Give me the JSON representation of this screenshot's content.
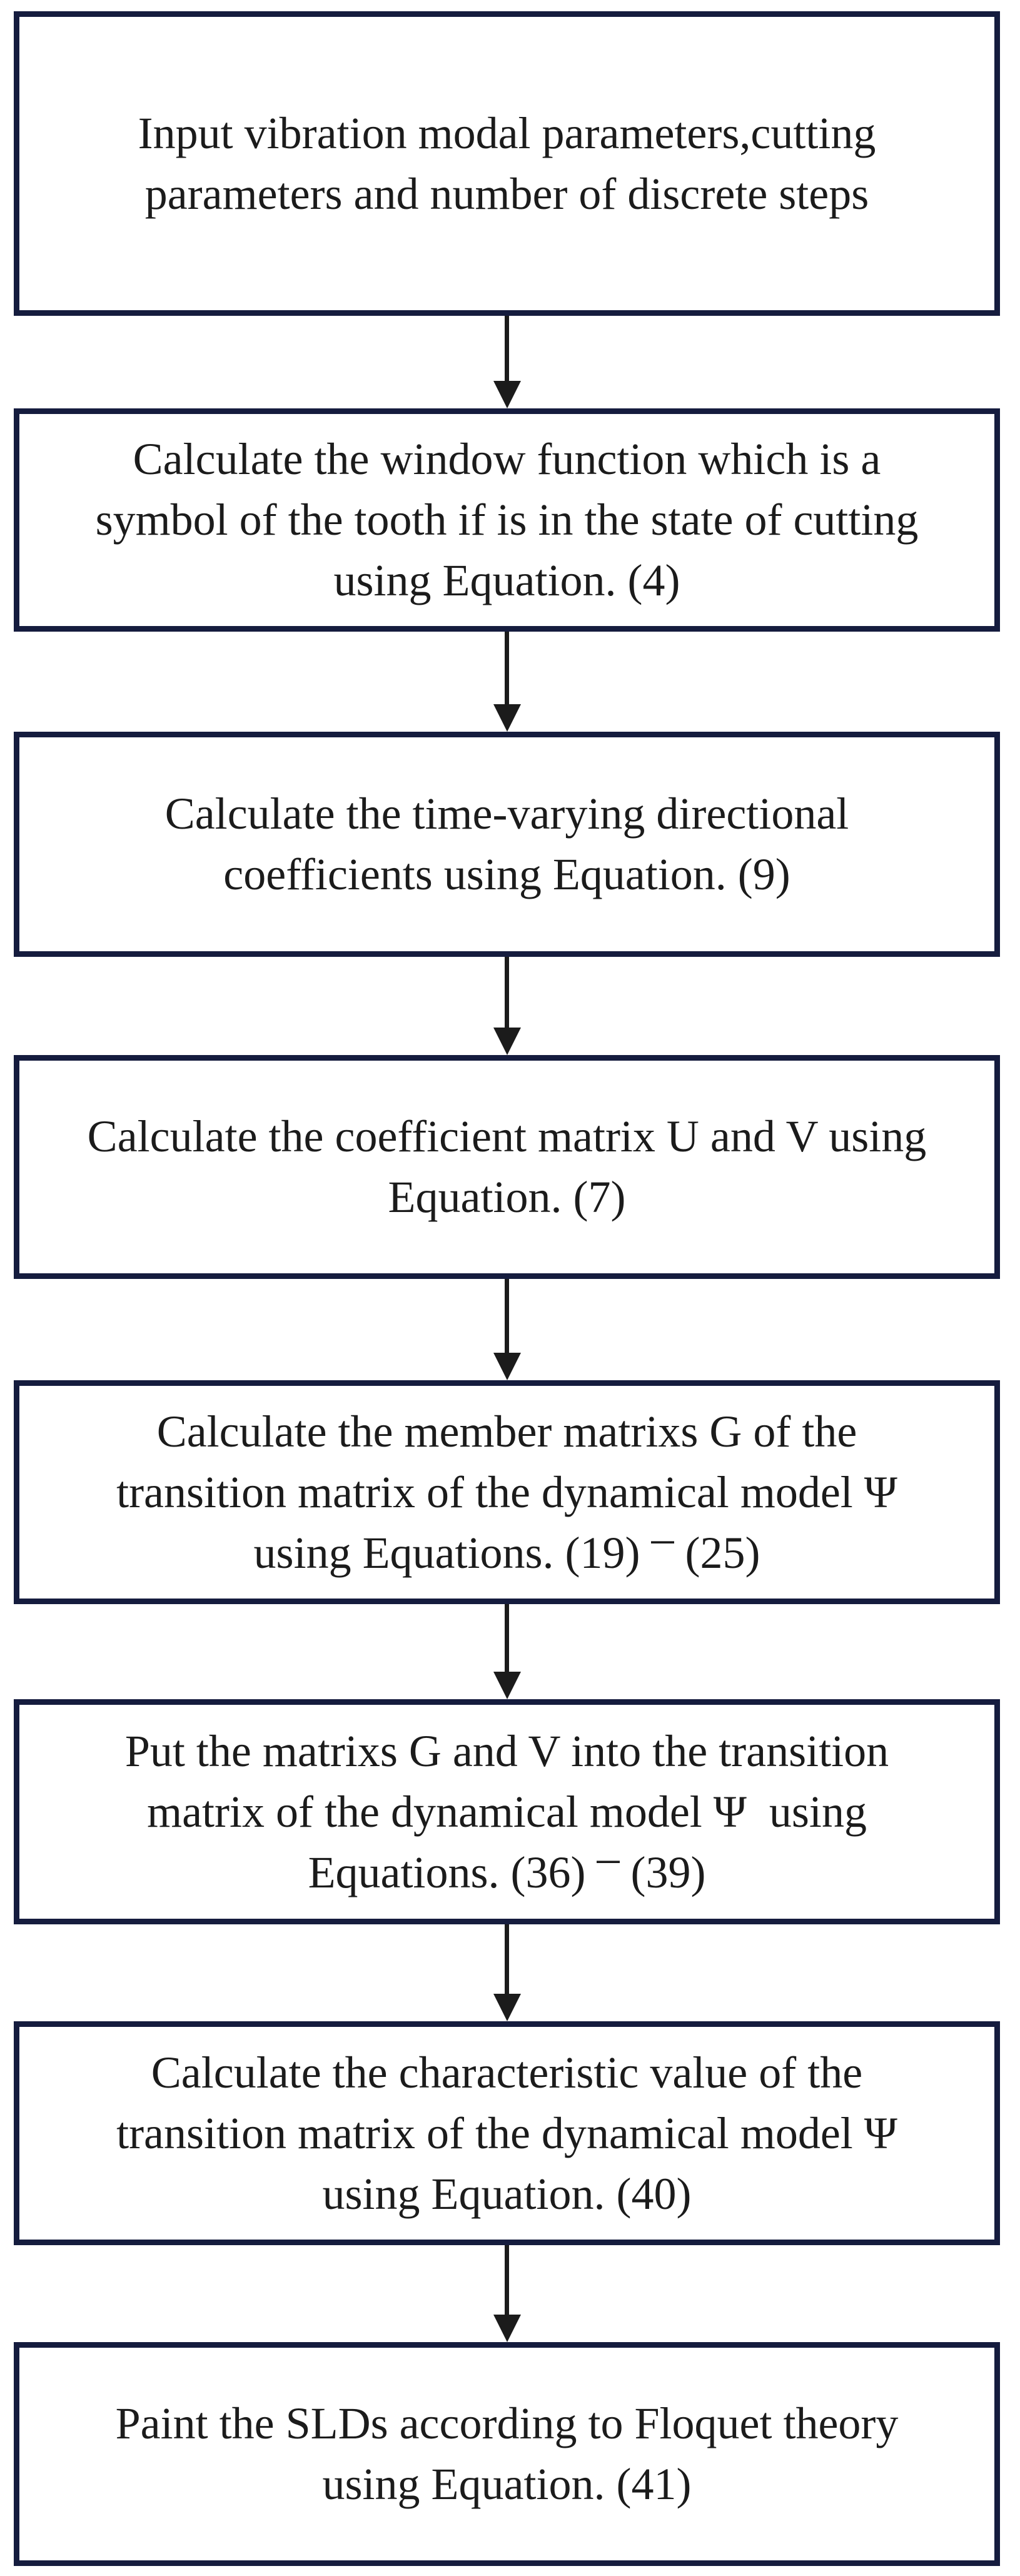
{
  "figure": {
    "type": "flowchart",
    "direction": "top-down",
    "colors": {
      "box_border": "#151c3e",
      "box_fill": "#ffffff",
      "arrow": "#1b1b1b",
      "text": "#1b1b1b",
      "background": "#ffffff"
    },
    "arrows": {
      "count": 7,
      "direction": "down"
    }
  },
  "steps": [
    {
      "id": 1,
      "lines": [
        "Input vibration modal parameters,cutting",
        "parameters and number of discrete steps"
      ]
    },
    {
      "id": 2,
      "lines": [
        "Calculate the window function which is a",
        "symbol of the tooth if is in the state of cutting",
        "using Equation. (4)"
      ]
    },
    {
      "id": 3,
      "lines": [
        "Calculate the time-varying directional",
        "coefficients using Equation. (9)"
      ]
    },
    {
      "id": 4,
      "lines": [
        "Calculate the coefficient matrix U and V using",
        "Equation. (7)"
      ]
    },
    {
      "id": 5,
      "lines": [
        "Calculate the member matrixs G of the",
        "transition matrix of the dynamical model Ψ"
      ],
      "range_line": {
        "prefix": "using Equations. (19) ",
        "dash": "–",
        "suffix": " (25)"
      }
    },
    {
      "id": 6,
      "lines": [
        "Put the matrixs G and V into the transition",
        "matrix of the dynamical model Ψ  using"
      ],
      "range_line": {
        "prefix": "Equations. (36) ",
        "dash": "–",
        "suffix": " (39)"
      }
    },
    {
      "id": 7,
      "lines": [
        "Calculate the characteristic value of the",
        "transition matrix of the dynamical model Ψ",
        "using Equation. (40)"
      ]
    },
    {
      "id": 8,
      "lines": [
        "Paint the SLDs according to Floquet theory",
        "using Equation. (41)"
      ]
    }
  ]
}
